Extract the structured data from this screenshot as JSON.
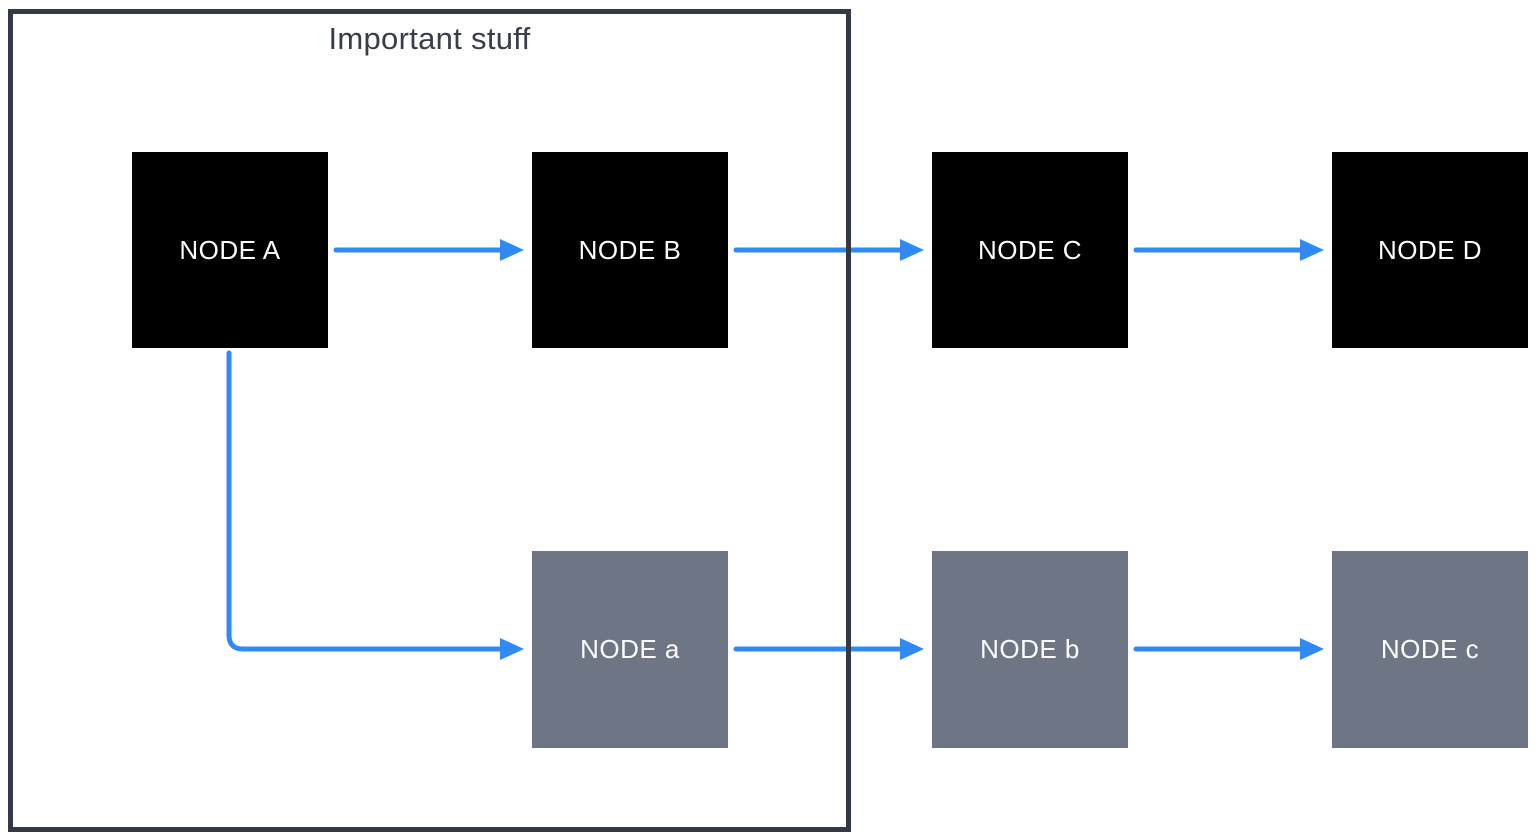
{
  "diagram": {
    "group": {
      "label": "Important stuff",
      "contains_nodes": [
        "A",
        "B",
        "a"
      ]
    },
    "nodes": [
      {
        "id": "A",
        "label": "NODE A",
        "variant": "dark",
        "row": "top",
        "in_group": true
      },
      {
        "id": "B",
        "label": "NODE B",
        "variant": "dark",
        "row": "top",
        "in_group": true
      },
      {
        "id": "C",
        "label": "NODE C",
        "variant": "dark",
        "row": "top",
        "in_group": false
      },
      {
        "id": "D",
        "label": "NODE D",
        "variant": "dark",
        "row": "top",
        "in_group": false
      },
      {
        "id": "a",
        "label": "NODE a",
        "variant": "gray",
        "row": "bottom",
        "in_group": true
      },
      {
        "id": "b",
        "label": "NODE b",
        "variant": "gray",
        "row": "bottom",
        "in_group": false
      },
      {
        "id": "c",
        "label": "NODE c",
        "variant": "gray",
        "row": "bottom",
        "in_group": false
      }
    ],
    "edges": [
      {
        "from": "NODE A",
        "to": "NODE B",
        "shape": "straight"
      },
      {
        "from": "NODE B",
        "to": "NODE C",
        "shape": "straight"
      },
      {
        "from": "NODE C",
        "to": "NODE D",
        "shape": "straight"
      },
      {
        "from": "NODE A",
        "to": "NODE a",
        "shape": "elbow-down-right"
      },
      {
        "from": "NODE a",
        "to": "NODE b",
        "shape": "straight"
      },
      {
        "from": "NODE b",
        "to": "NODE c",
        "shape": "straight"
      }
    ],
    "colors": {
      "connector": "#2f8af7",
      "node_dark": "#000000",
      "node_gray": "#6e7585",
      "node_text": "#ffffff",
      "group_border": "#343a45",
      "group_title": "#383e48",
      "background": "#ffffff"
    }
  }
}
